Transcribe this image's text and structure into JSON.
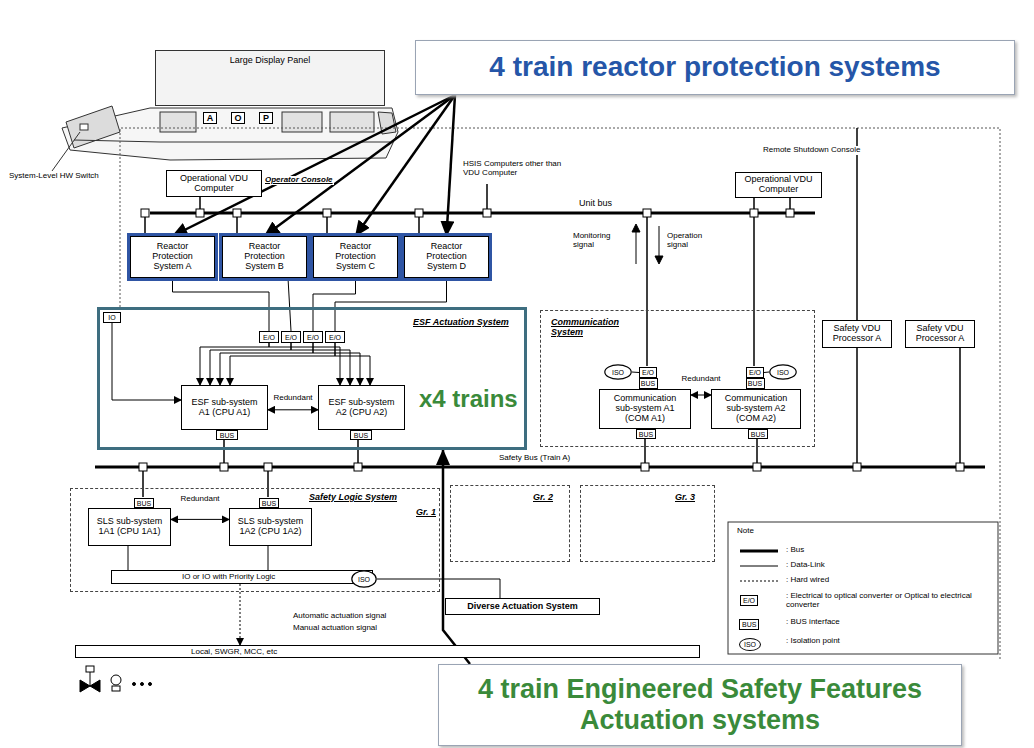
{
  "diagram": {
    "nodes": [
      {
        "text": [
          "4 train reactor protection systems"
        ]
      },
      {
        "text": [
          "Large Display Panel"
        ]
      },
      {
        "text": [
          "A"
        ]
      },
      {
        "text": [
          "O"
        ]
      },
      {
        "text": [
          "P"
        ]
      },
      {
        "text": [
          "Operational VDU Computer"
        ]
      },
      {
        "text": [
          "Operational VDU Computer"
        ]
      },
      {
        "text": [
          "Reactor Protection System A"
        ]
      },
      {
        "text": [
          "Reactor Protection System B"
        ]
      },
      {
        "text": [
          "Reactor Protection System C"
        ]
      },
      {
        "text": [
          "Reactor Protection System D"
        ]
      },
      {
        "text": [
          "ESF Actuation System"
        ]
      },
      {
        "text": [
          "IO"
        ],
        "in": 11
      },
      {
        "text": [
          "E/O"
        ],
        "in": 11
      },
      {
        "text": [
          "E/O"
        ],
        "in": 11
      },
      {
        "text": [
          "E/O"
        ],
        "in": 11
      },
      {
        "text": [
          "E/O"
        ],
        "in": 11
      },
      {
        "text": [
          "ESF sub-system A1 (CPU A1)"
        ],
        "in": 11
      },
      {
        "text": [
          "ESF sub-system A2 (CPU A2)"
        ],
        "in": 11
      },
      {
        "text": [
          "BUS"
        ],
        "in": 11
      },
      {
        "text": [
          "BUS"
        ],
        "in": 11
      },
      {
        "text": [
          "Communication System"
        ]
      },
      {
        "text": [
          "ISO"
        ],
        "in": 21
      },
      {
        "text": [
          "E/O"
        ],
        "in": 21
      },
      {
        "text": [
          "BUS"
        ],
        "in": 21
      },
      {
        "text": [
          "ISO"
        ],
        "in": 21
      },
      {
        "text": [
          "E/O"
        ],
        "in": 21
      },
      {
        "text": [
          "BUS"
        ],
        "in": 21
      },
      {
        "text": [
          "Communication sub-system A1 (COM A1)"
        ],
        "in": 21
      },
      {
        "text": [
          "Communication sub-system A2 (COM A2)"
        ],
        "in": 21
      },
      {
        "text": [
          "BUS"
        ],
        "in": 21
      },
      {
        "text": [
          "BUS"
        ],
        "in": 21
      },
      {
        "text": [
          "Safety VDU Processor A"
        ]
      },
      {
        "text": [
          "Safety VDU Processor A"
        ]
      },
      {
        "text": [
          "Safety Logic System",
          "Gr. 1"
        ]
      },
      {
        "text": [
          "BUS"
        ],
        "in": 34
      },
      {
        "text": [
          "BUS"
        ],
        "in": 34
      },
      {
        "text": [
          "SLS sub-system 1A1 (CPU 1A1)"
        ],
        "in": 34
      },
      {
        "text": [
          "SLS sub-system 1A2 (CPU 1A2)"
        ],
        "in": 34
      },
      {
        "text": [
          "IO or IO with Priority Logic"
        ],
        "in": 34
      },
      {
        "text": [
          "ISO"
        ],
        "in": 39
      },
      {
        "text": [
          "Gr. 2"
        ]
      },
      {
        "text": [
          "Gr. 3"
        ]
      },
      {
        "text": [
          "Diverse Actuation System"
        ]
      },
      {
        "text": [
          "Local, SWGR, MCC, etc"
        ]
      },
      {
        "text": [
          "4 train Engineered Safety Features Actuation systems"
        ]
      }
    ],
    "edges": [
      {
        "from": 0,
        "to": 7,
        "arrow": "to"
      },
      {
        "from": 0,
        "to": 8,
        "arrow": "to"
      },
      {
        "from": 0,
        "to": 9,
        "arrow": "to"
      },
      {
        "from": 0,
        "to": 10,
        "arrow": "to"
      },
      {
        "from": 45,
        "to": 11,
        "arrow": "to"
      },
      {
        "from": 7,
        "to": 13,
        "arrow": "none"
      },
      {
        "from": 8,
        "to": 14,
        "arrow": "none"
      },
      {
        "from": 9,
        "to": 15,
        "arrow": "none"
      },
      {
        "from": 10,
        "to": 16,
        "arrow": "none"
      },
      {
        "from": 13,
        "to": 17,
        "arrow": "to"
      },
      {
        "from": 13,
        "to": 18,
        "arrow": "to"
      },
      {
        "from": 14,
        "to": 17,
        "arrow": "to"
      },
      {
        "from": 14,
        "to": 18,
        "arrow": "to"
      },
      {
        "from": 15,
        "to": 17,
        "arrow": "to"
      },
      {
        "from": 15,
        "to": 18,
        "arrow": "to"
      },
      {
        "from": 16,
        "to": 17,
        "arrow": "to"
      },
      {
        "from": 16,
        "to": 18,
        "arrow": "to"
      },
      {
        "from": 12,
        "to": 17,
        "arrow": "to"
      },
      {
        "from": 17,
        "to": 18,
        "label": "Redundant",
        "arrow": "both"
      },
      {
        "from": 28,
        "to": 29,
        "label": "Redundant",
        "arrow": "both"
      },
      {
        "from": 37,
        "to": 38,
        "label": "Redundant",
        "arrow": "both"
      },
      {
        "from": 40,
        "to": 43,
        "arrow": "none"
      },
      {
        "from": 39,
        "to": 44,
        "arrow": "to"
      },
      {
        "from": 37,
        "to": 39,
        "arrow": "none"
      },
      {
        "from": 38,
        "to": 39,
        "arrow": "none"
      },
      {
        "from": 22,
        "to": 23,
        "arrow": "none"
      },
      {
        "from": 26,
        "to": 25,
        "arrow": "none"
      }
    ],
    "labels": [
      "System-Level HW Switch",
      "Operator Console",
      "HSIS Computers other than VDU Computer",
      "Remote Shutdown Console",
      "Unit bus",
      "Monitoring signal",
      "Operation signal",
      "x4 trains",
      "Safety Bus (Train A)",
      "Automatic actuation signal",
      "Manual actuation signal",
      "Note",
      "E/O",
      "BUS",
      "ISO"
    ],
    "legend": [
      {
        "text": ": Bus"
      },
      {
        "text": ": Data-Link"
      },
      {
        "text": ": Hard wired"
      },
      {
        "text": ": Electrical to optical converter or Optical to electrical converter"
      },
      {
        "text": ": BUS interface"
      },
      {
        "text": ": Isolation point"
      }
    ]
  }
}
